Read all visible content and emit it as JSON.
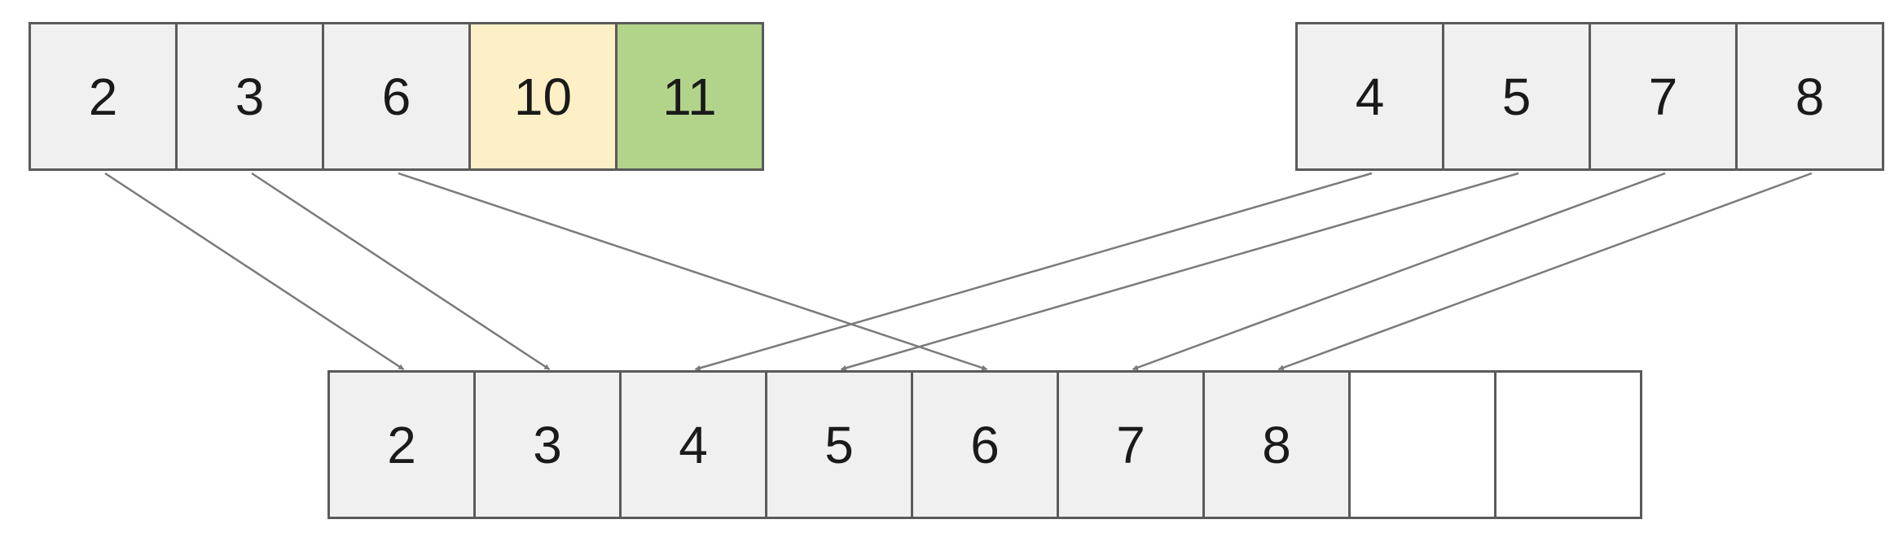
{
  "left_array": {
    "cells": [
      {
        "value": "2"
      },
      {
        "value": "3"
      },
      {
        "value": "6"
      },
      {
        "value": "10",
        "highlight": "#fdf0c6"
      },
      {
        "value": "11",
        "highlight": "#b2d48a"
      }
    ]
  },
  "right_array": {
    "cells": [
      {
        "value": "4"
      },
      {
        "value": "5"
      },
      {
        "value": "7"
      },
      {
        "value": "8"
      }
    ]
  },
  "merged_array": {
    "cells": [
      {
        "value": "2"
      },
      {
        "value": "3"
      },
      {
        "value": "4"
      },
      {
        "value": "5"
      },
      {
        "value": "6"
      },
      {
        "value": "7"
      },
      {
        "value": "8"
      },
      {
        "value": ""
      },
      {
        "value": ""
      }
    ]
  },
  "arrows": [
    {
      "from": "left_array",
      "from_index": 0,
      "to_index": 0
    },
    {
      "from": "left_array",
      "from_index": 1,
      "to_index": 1
    },
    {
      "from": "left_array",
      "from_index": 2,
      "to_index": 4
    },
    {
      "from": "right_array",
      "from_index": 0,
      "to_index": 2
    },
    {
      "from": "right_array",
      "from_index": 1,
      "to_index": 3
    },
    {
      "from": "right_array",
      "from_index": 2,
      "to_index": 5
    },
    {
      "from": "right_array",
      "from_index": 3,
      "to_index": 6
    }
  ],
  "colors": {
    "cell_fill": "#f0f0f0",
    "cell_border": "#5a5a5a",
    "arrow": "#7a7a7a"
  }
}
